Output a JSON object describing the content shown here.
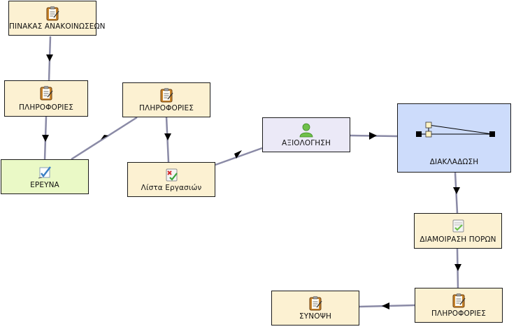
{
  "diagram": {
    "nodes": [
      {
        "id": "n1",
        "label": "ΠΙΝΑΚΑΣ ΑΝΑΚΟΙΝΩΣΕΩΝ",
        "icon": "clipboard-icon"
      },
      {
        "id": "n2",
        "label": "ΠΛΗΡΟΦΟΡΙΕΣ",
        "icon": "clipboard-icon"
      },
      {
        "id": "n3",
        "label": "ΕΡΕΥΝΑ",
        "icon": "pen-check-icon"
      },
      {
        "id": "n4",
        "label": "ΠΛΗΡΟΦΟΡΙΕΣ",
        "icon": "clipboard-icon"
      },
      {
        "id": "n5",
        "label": "Λίστα Εργασιών",
        "icon": "task-list-icon"
      },
      {
        "id": "n6",
        "label": "ΑΞΙΟΛΟΓΗΣΗ",
        "icon": "user-icon"
      },
      {
        "id": "n7",
        "label": "ΔΙΑΚΛΑΔΩΣΗ",
        "icon": "branch-icon"
      },
      {
        "id": "n8",
        "label": "ΔΙΑΜΟΙΡΑΣΗ ΠΟΡΩΝ",
        "icon": "share-resource-icon"
      },
      {
        "id": "n9",
        "label": "ΠΛΗΡΟΦΟΡΙΕΣ",
        "icon": "clipboard-icon"
      },
      {
        "id": "n10",
        "label": "ΣΥΝΟΨΗ",
        "icon": "clipboard-icon"
      }
    ],
    "edges": [
      {
        "from": "n1",
        "to": "n2"
      },
      {
        "from": "n2",
        "to": "n3"
      },
      {
        "from": "n3",
        "to": "n4"
      },
      {
        "from": "n4",
        "to": "n5"
      },
      {
        "from": "n5",
        "to": "n6"
      },
      {
        "from": "n6",
        "to": "n7"
      },
      {
        "from": "n7",
        "to": "n8"
      },
      {
        "from": "n8",
        "to": "n9"
      },
      {
        "from": "n9",
        "to": "n10"
      }
    ],
    "colors": {
      "task_fill": "#fcf1d2",
      "research_fill": "#eaf9c6",
      "evaluation_fill": "#ebe9f7",
      "branch_fill": "#cddcfb",
      "edge": "#8a8aa6",
      "arrow": "#000000"
    }
  }
}
